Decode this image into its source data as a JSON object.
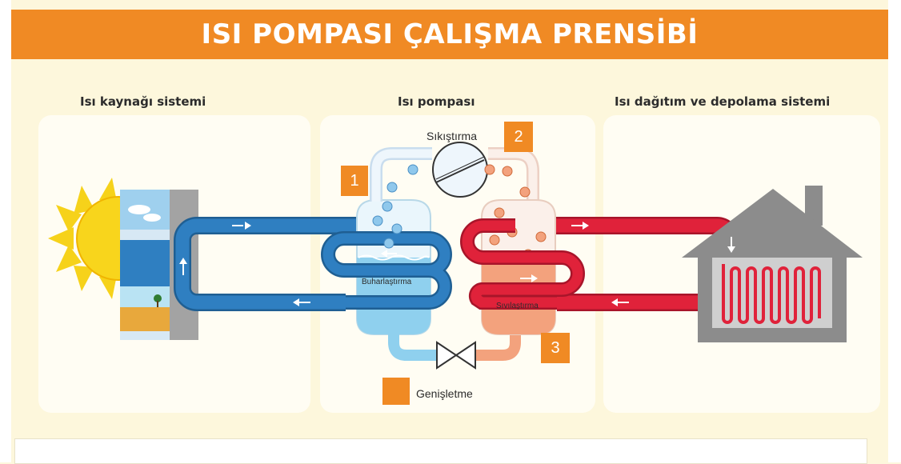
{
  "title": "ISI POMPASI ÇALIŞMA PRENSİBİ",
  "sections": {
    "source": "Isı kaynağı sistemi",
    "pump": "Isı pompası",
    "distribution": "Isı dağıtım ve depolama sistemi"
  },
  "stages": {
    "compression": "Sıkıştırma",
    "evaporation": "Buharlaştırma",
    "condensation": "Sıvılaştırma",
    "expansion": "Genişletme"
  },
  "steps": [
    "1",
    "2",
    "3",
    ""
  ],
  "colors": {
    "banner": "#f08a24",
    "cold_pipe": "#2f7fc1",
    "hot_pipe": "#e0223a",
    "evaporator_fluid": "#8fd0ee",
    "condenser_fluid": "#f3a27d",
    "house": "#8c8c8c",
    "sun": "#f6d21a"
  }
}
